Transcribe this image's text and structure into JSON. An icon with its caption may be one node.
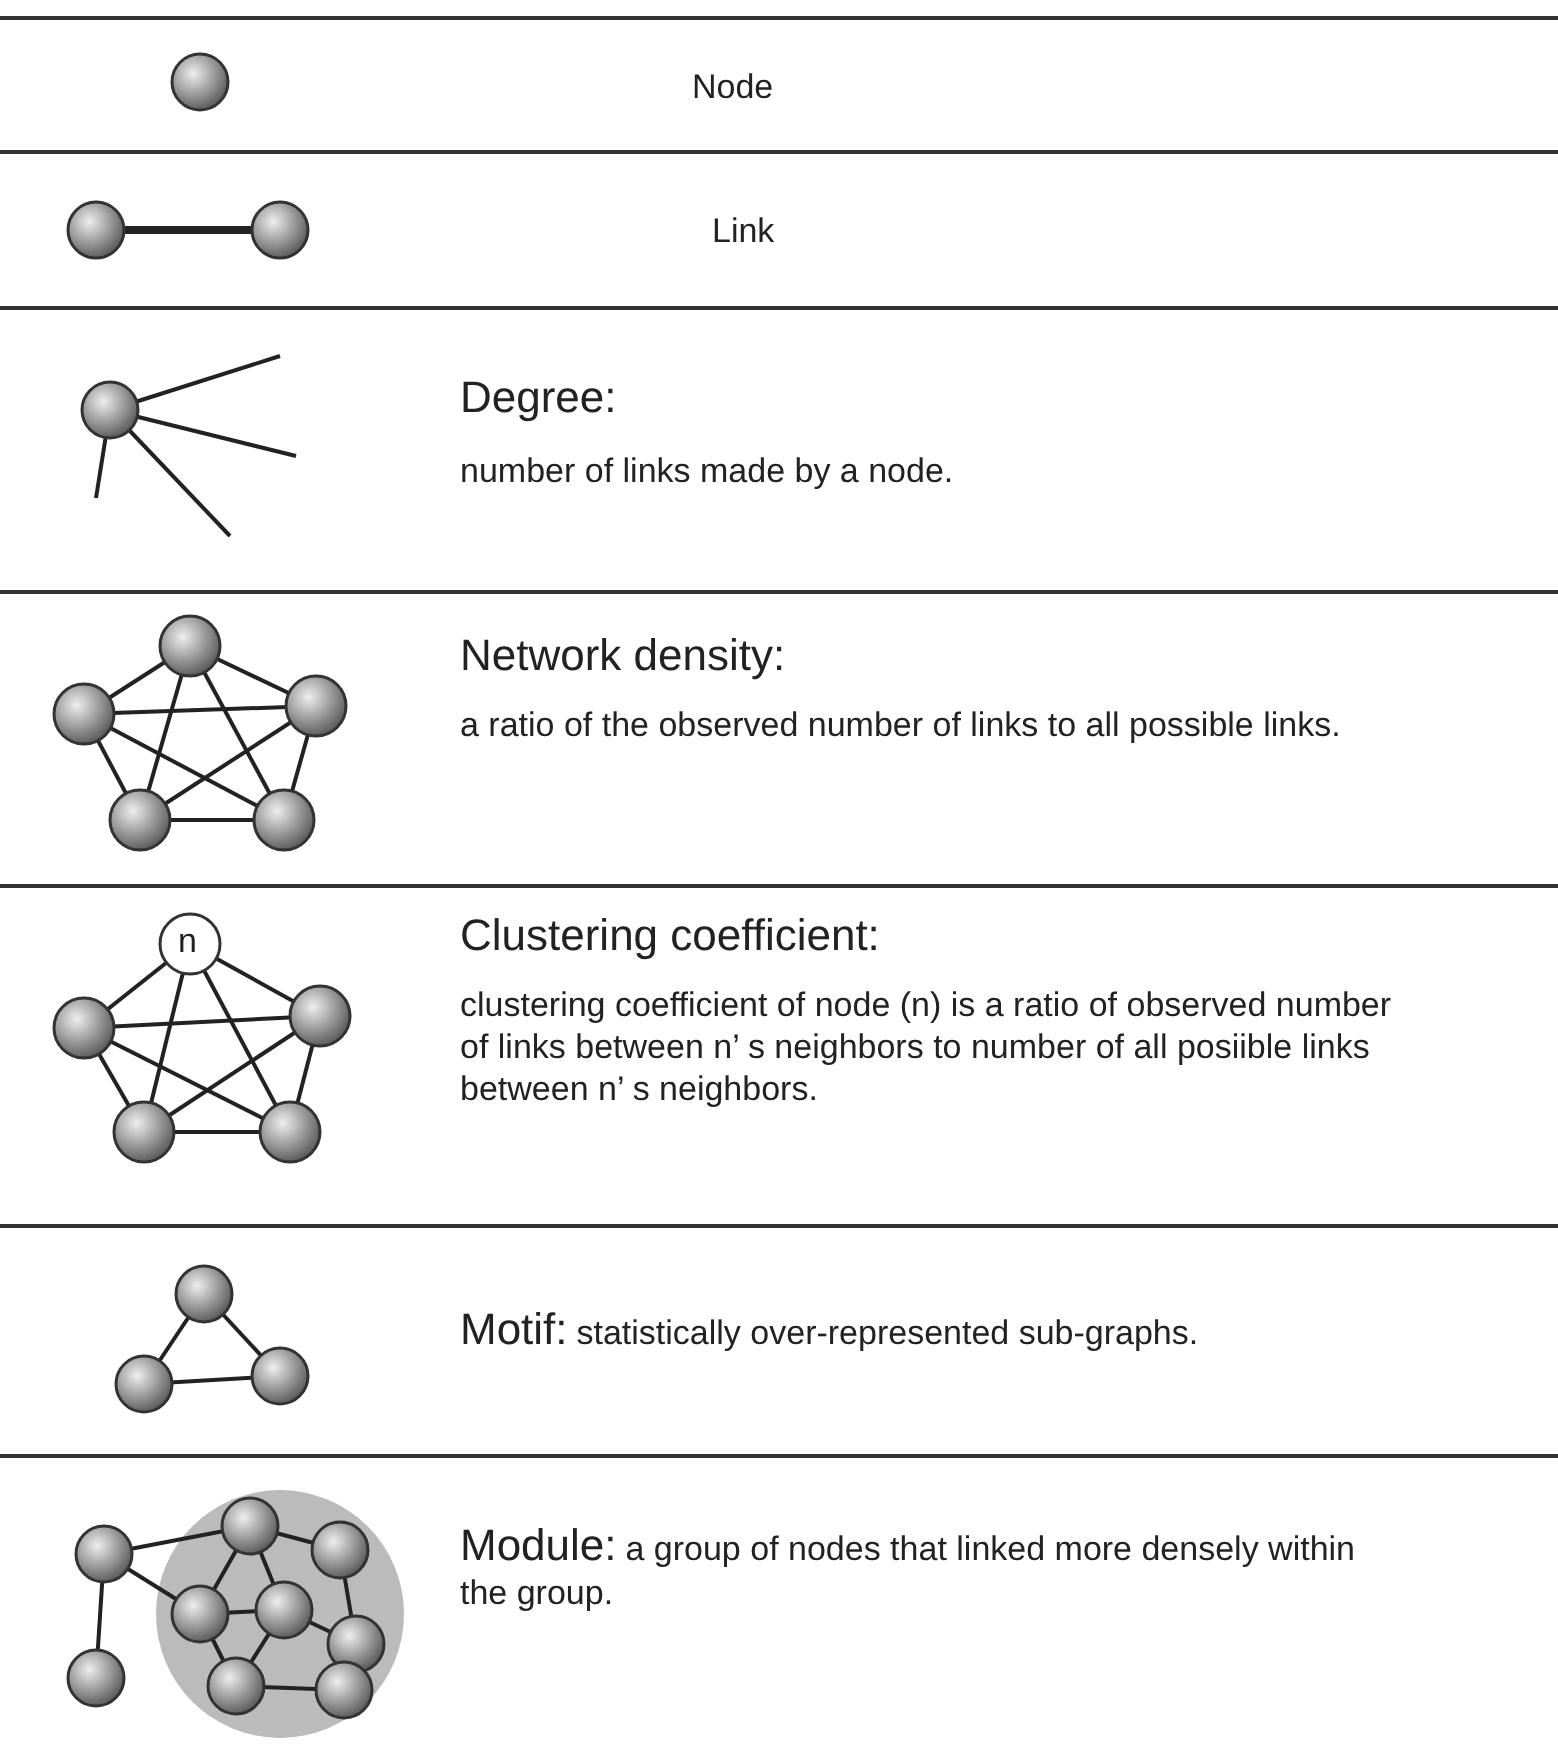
{
  "diagram": {
    "labels": [
      "Node",
      "Link",
      "Degree:",
      "number of links made by a node.",
      "Network density:",
      "a ratio of the observed number of links to all possible links.",
      "n",
      "Clustering coefficient:",
      "clustering coefficient of node (n) is a ratio of observed number of links between n’ s neighbors to number of all posiible links between n’ s neighbors.",
      "Motif:",
      "statistically over-represented sub-graphs.",
      "Module:",
      "a group of nodes that linked more densely within the group."
    ]
  }
}
